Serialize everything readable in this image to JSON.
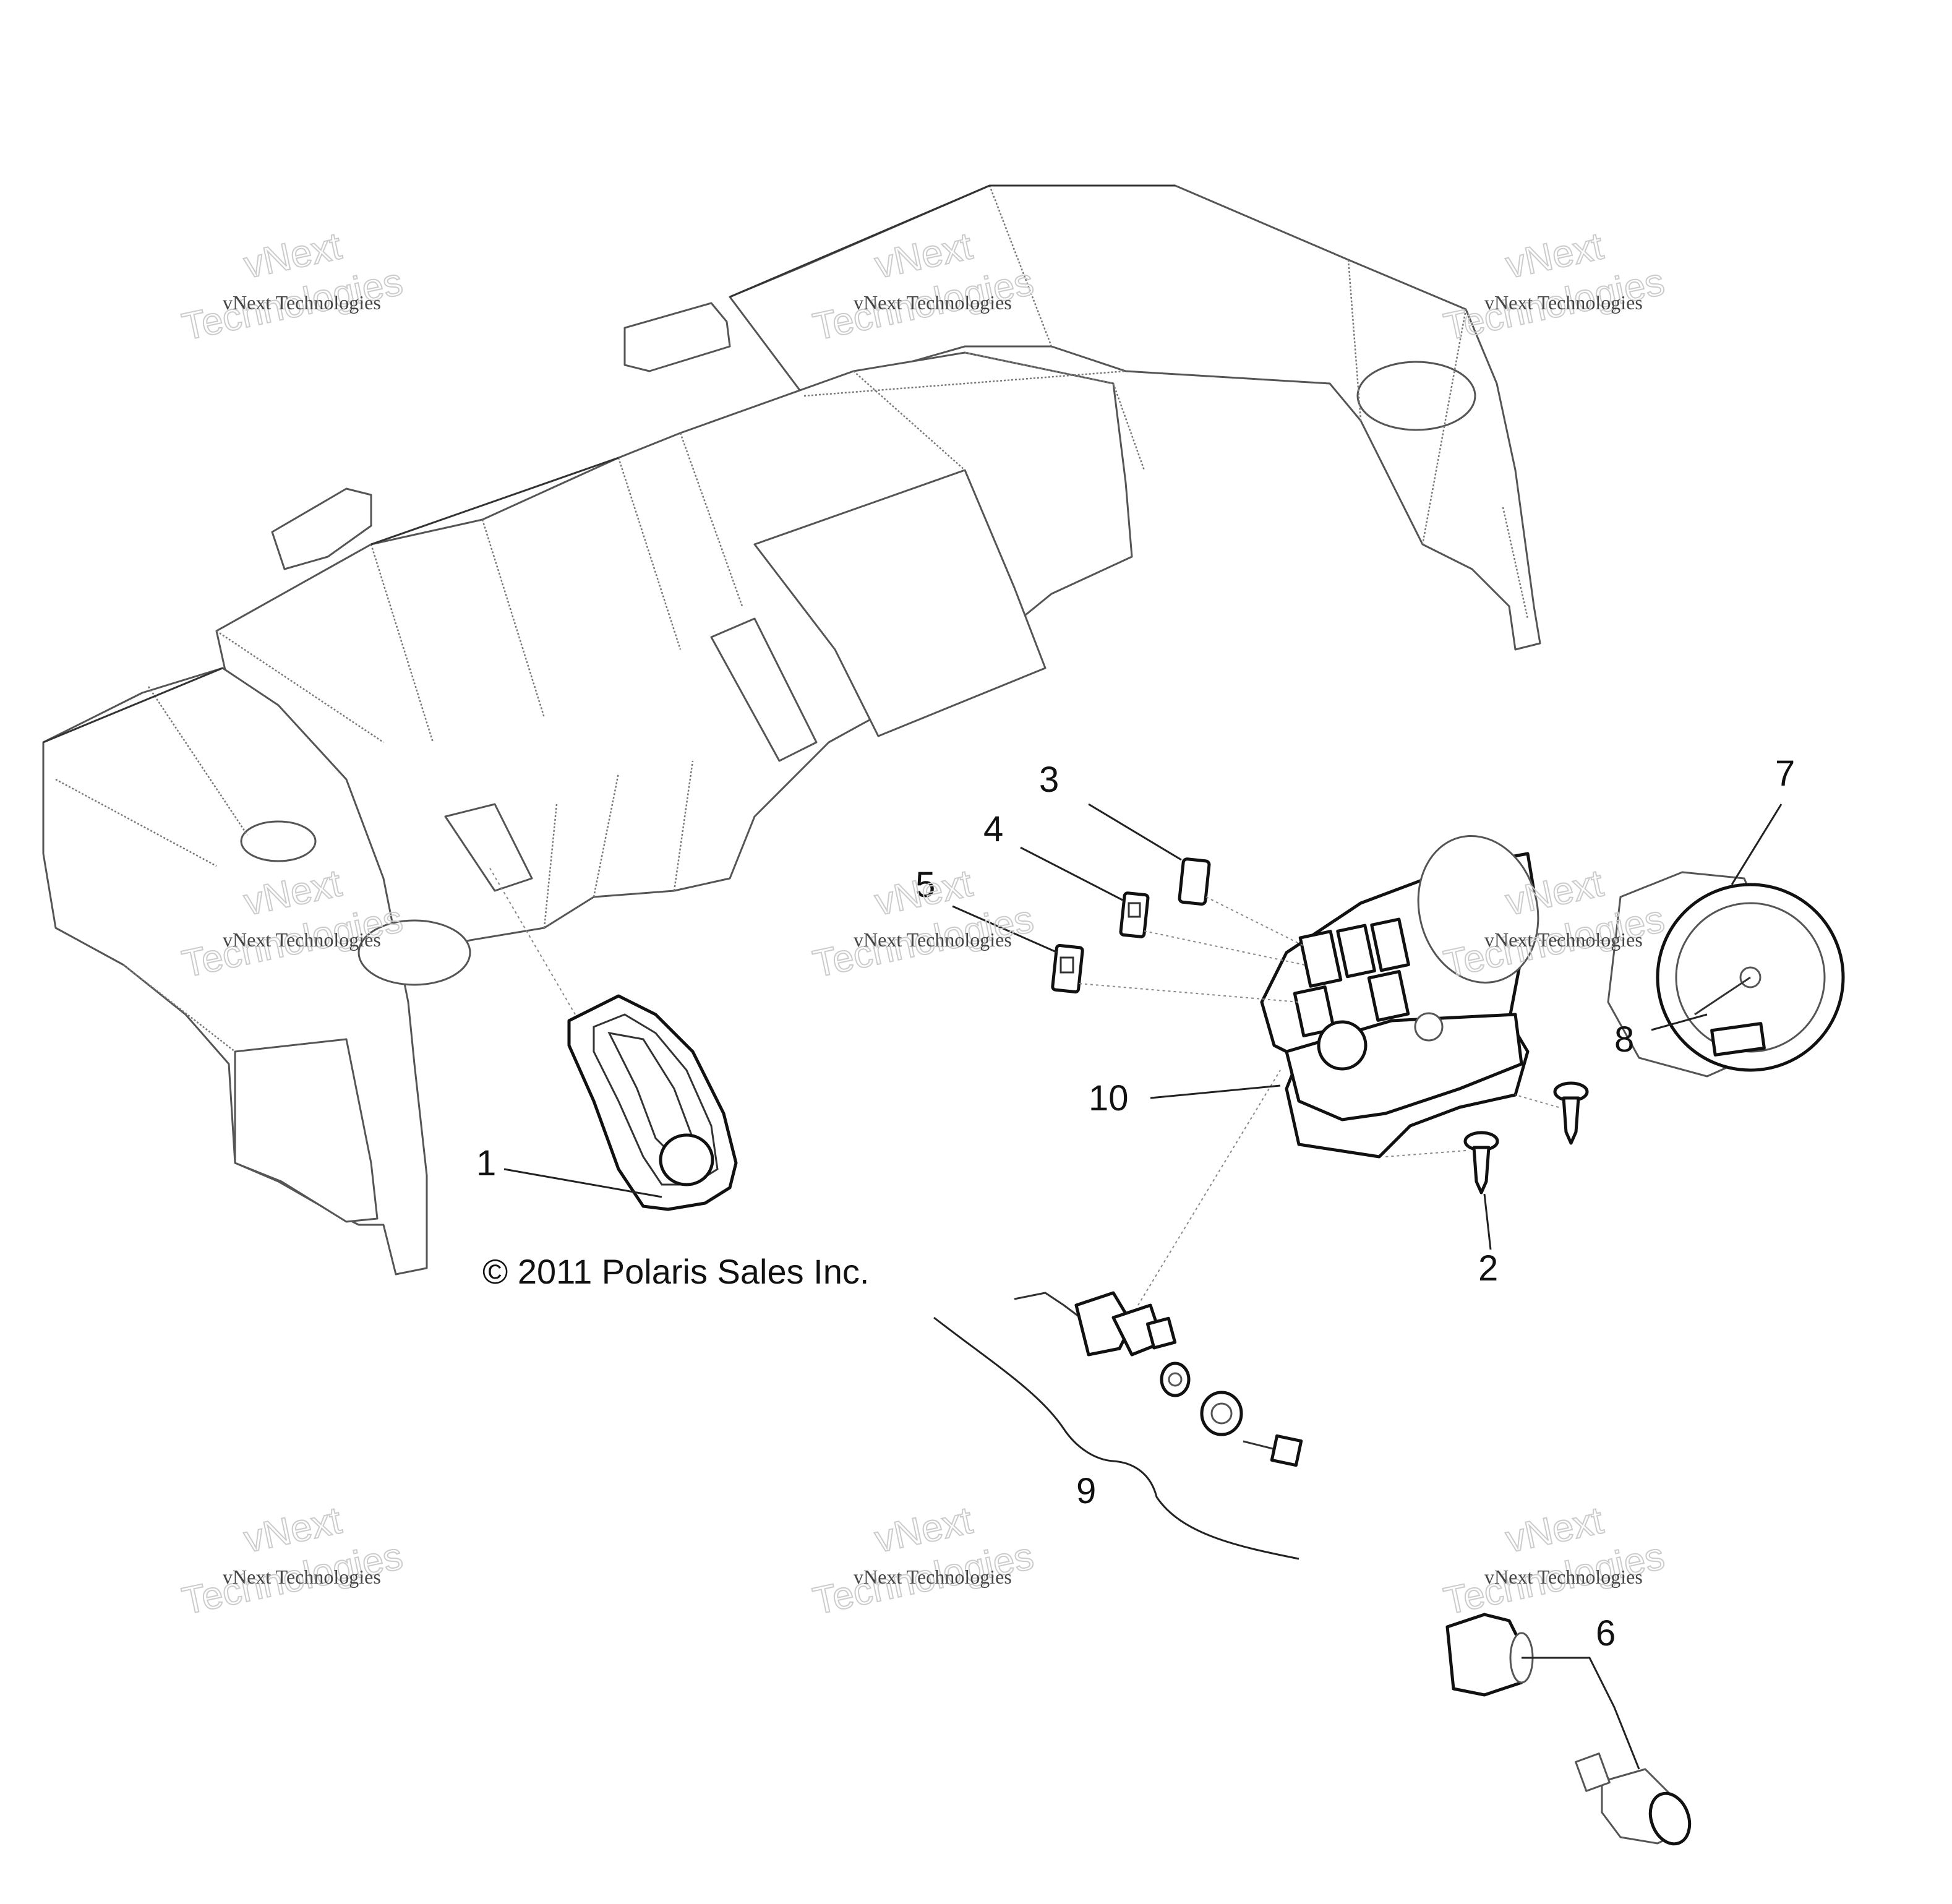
{
  "watermark": {
    "line": "vNext Technologies",
    "big_top": "vNext",
    "big_bottom": "Technologies"
  },
  "copyright": "© 2011 Polaris Sales Inc.",
  "callouts": {
    "c1": "1",
    "c2": "2",
    "c3": "3",
    "c4": "4",
    "c5": "5",
    "c6": "6",
    "c7": "7",
    "c8": "8",
    "c9": "9",
    "c10": "10"
  },
  "colors": {
    "line": "#555555",
    "ink": "#111111",
    "background": "#ffffff"
  }
}
